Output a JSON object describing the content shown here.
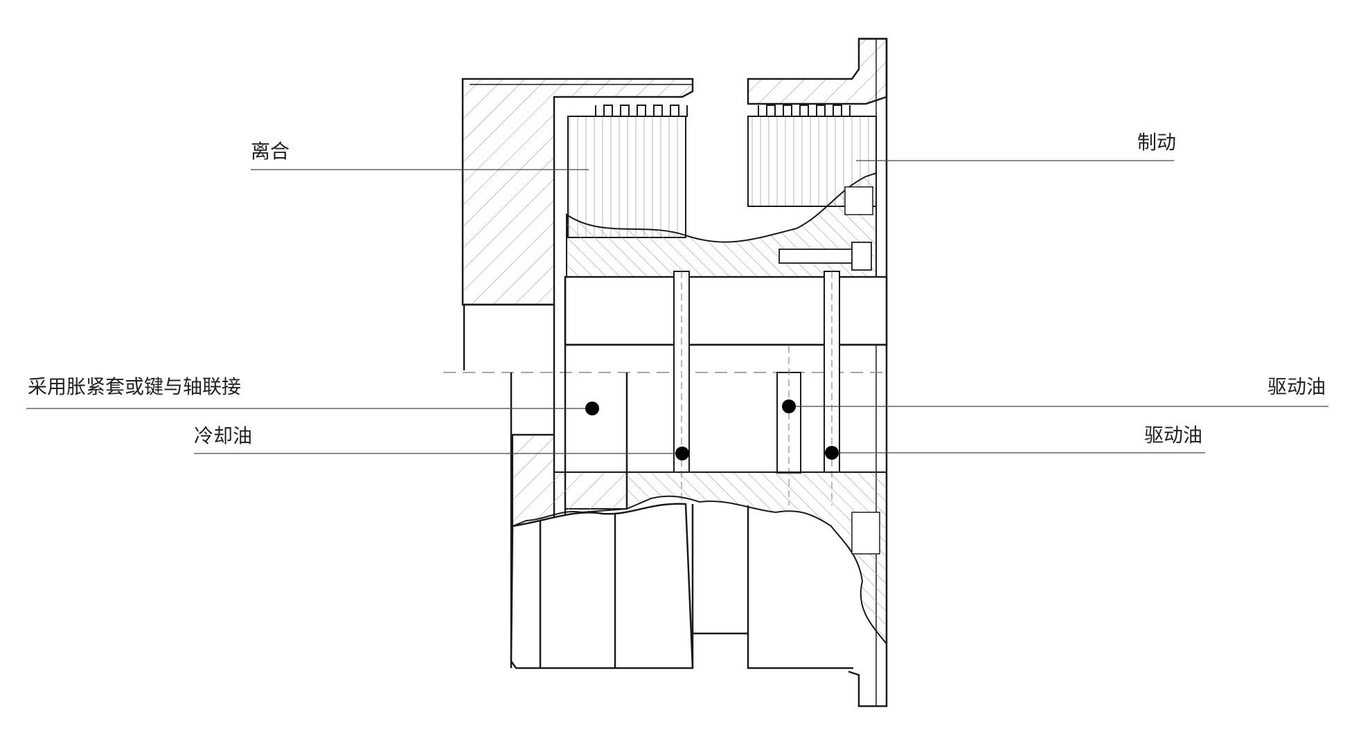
{
  "labels": {
    "clutch": "离合",
    "brake": "制动",
    "connection": "采用胀紧套或键与轴联接",
    "cooling_oil": "冷却油",
    "drive_oil_1": "驱动油",
    "drive_oil_2": "驱动油"
  },
  "colors": {
    "line": "#1a1a1a",
    "hatch": "#9a9a9a",
    "leader": "#444444",
    "dot": "#000000"
  }
}
